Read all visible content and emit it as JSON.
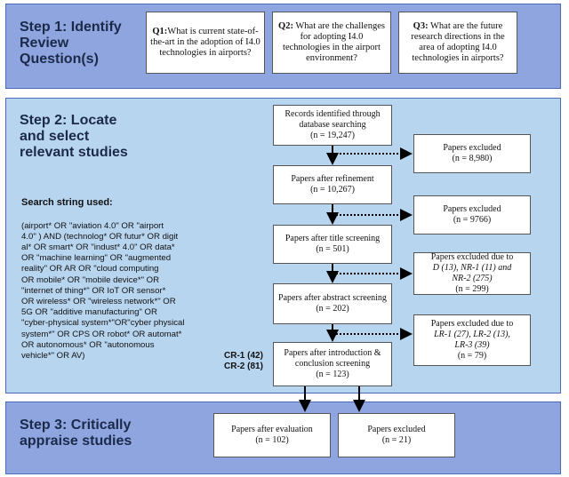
{
  "step1": {
    "title": "Step 1: Identify\nReview\nQuestion(s)",
    "questions": [
      {
        "label": "Q1:",
        "text": "What is current state-of-the-art in the adoption of I4.0 technologies in airports?"
      },
      {
        "label": "Q2:",
        "text": " What are the challenges for adopting I4.0 technologies in the airport environment?"
      },
      {
        "label": "Q3:",
        "text": " What are the future research directions in the area of adopting I4.0 technologies in airports?"
      }
    ]
  },
  "step2": {
    "title": "Step 2: Locate\nand select\nrelevant studies",
    "search_title": "Search string used:",
    "search_string": "(airport* OR \"aviation 4.0\" OR \"airport\n4.0\" ) AND (technolog* OR futur* OR digit\nal* OR smart* OR \"indust* 4.0\" OR data*\nOR \"machine learning\" OR \"augmented\nreality\" OR AR OR \"cloud computing\nOR mobile* OR \"mobile device*\" OR\n\"internet of thing*\" OR IoT OR sensor*\nOR wireless* OR \"wireless network*\" OR\n5G OR \"additive manufacturing\" OR\n\"cyber-physical system*\"OR\"cyber physical\nsystem*\" OR CPS OR robot* OR automat*\nOR autonomous* OR \"autonomous\nvehicle*\" OR AV)",
    "cr": [
      "CR-1 (42)",
      "CR-2 (81)"
    ],
    "flow": [
      {
        "text": "Records identified through database searching",
        "n": "(n = 19,247)"
      },
      {
        "text": "Papers after refinement",
        "n": "(n = 10,267)"
      },
      {
        "text": "Papers after title screening",
        "n": "(n = 501)"
      },
      {
        "text": "Papers after abstract screening",
        "n": "(n = 202)"
      },
      {
        "text": "Papers after introduction & conclusion screening",
        "n": "(n = 123)"
      }
    ],
    "excluded": [
      {
        "text": "Papers excluded",
        "n": "(n = 8,980)"
      },
      {
        "text": "Papers excluded",
        "n": "(n = 9766)"
      },
      {
        "text": "Papers excluded due to",
        "detail1": "D (13), NR-1 (11) and",
        "detail2": "NR-2 (275)",
        "n": "(n = 299)"
      },
      {
        "text": "Papers excluded due to",
        "detail1": "LR-1 (27), LR-2 (13),",
        "detail2": "LR-3 (39)",
        "n": "(n = 79)"
      }
    ]
  },
  "step3": {
    "title": "Step 3: Critically\nappraise studies",
    "evaluation": {
      "text": "Papers after evaluation",
      "n": "(n = 102)"
    },
    "excluded": {
      "text": "Papers excluded",
      "n": "(n = 21)"
    }
  }
}
